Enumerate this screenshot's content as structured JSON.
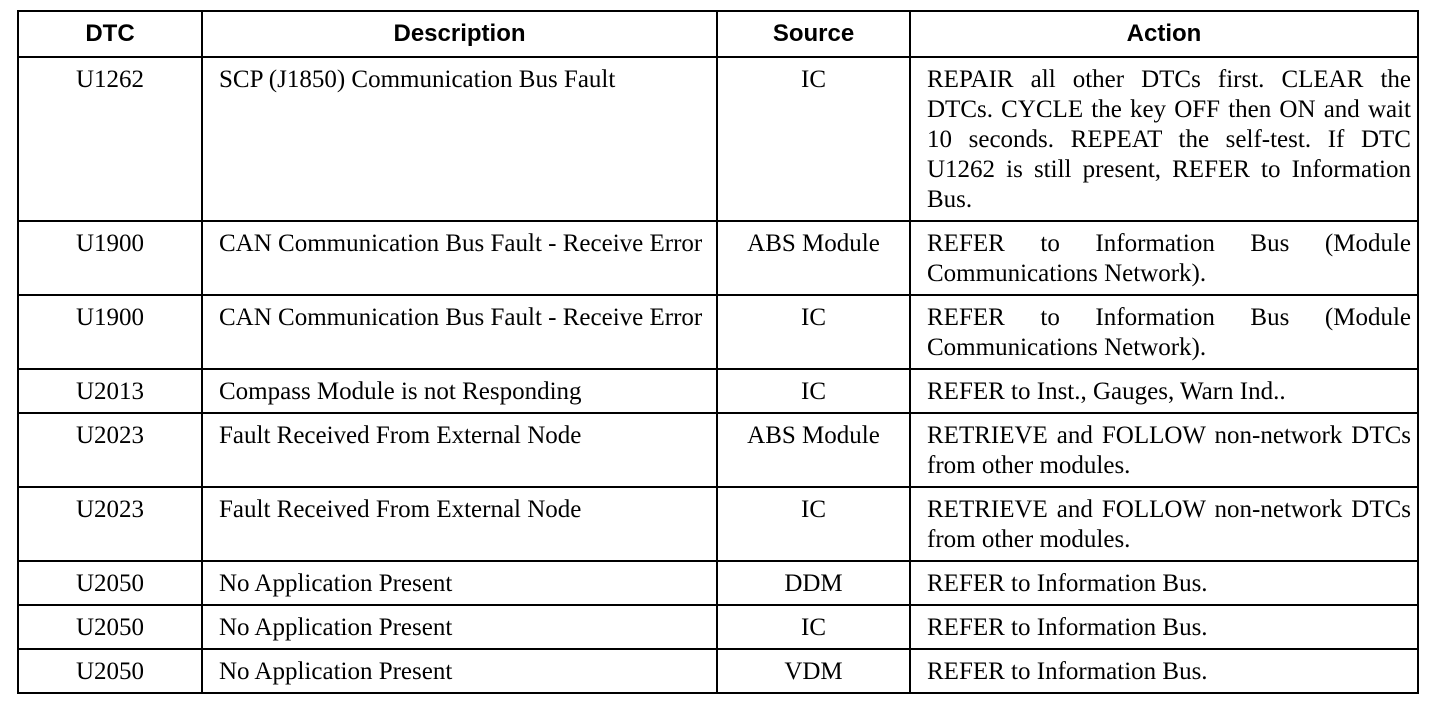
{
  "headers": {
    "dtc": "DTC",
    "description": "Description",
    "source": "Source",
    "action": "Action"
  },
  "rows": [
    {
      "dtc": "U1262",
      "description": "SCP (J1850) Communication Bus Fault",
      "source": "IC",
      "action": "REPAIR all other DTCs first. CLEAR the DTCs. CYCLE the key OFF then ON and wait 10 seconds. REPEAT the self-test. If DTC U1262 is still present, REFER to Information Bus."
    },
    {
      "dtc": "U1900",
      "description": "CAN Communication Bus Fault - Receive Error",
      "source": "ABS Module",
      "action": "REFER to Information Bus (Module Communications Network)."
    },
    {
      "dtc": "U1900",
      "description": "CAN Communication Bus Fault - Receive Error",
      "source": "IC",
      "action": "REFER to Information Bus (Module Communications Network)."
    },
    {
      "dtc": "U2013",
      "description": "Compass Module is not Responding",
      "source": "IC",
      "action": "REFER to Inst., Gauges, Warn Ind.."
    },
    {
      "dtc": "U2023",
      "description": "Fault Received From External Node",
      "source": "ABS Module",
      "action": "RETRIEVE and FOLLOW non-network DTCs from other modules."
    },
    {
      "dtc": "U2023",
      "description": "Fault Received From External Node",
      "source": "IC",
      "action": "RETRIEVE and FOLLOW non-network DTCs from other modules."
    },
    {
      "dtc": "U2050",
      "description": "No Application Present",
      "source": "DDM",
      "action": "REFER to Information Bus."
    },
    {
      "dtc": "U2050",
      "description": "No Application Present",
      "source": "IC",
      "action": "REFER to Information Bus."
    },
    {
      "dtc": "U2050",
      "description": "No Application Present",
      "source": "VDM",
      "action": "REFER to Information Bus."
    }
  ]
}
